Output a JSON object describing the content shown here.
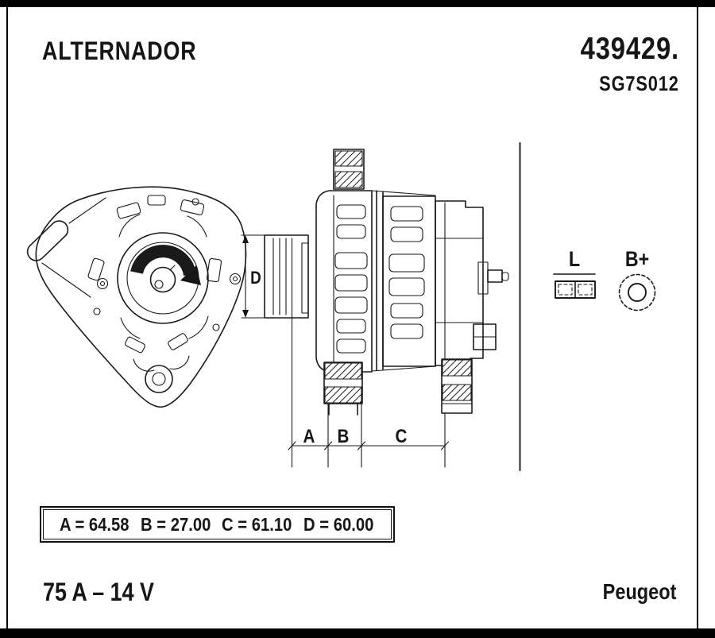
{
  "header": {
    "title": "ALTERNADOR",
    "part_number": "439429.",
    "variant_code": "SG7S012"
  },
  "drawing": {
    "dim_label_a": "A",
    "dim_label_b": "B",
    "dim_label_c": "C",
    "dim_label_d": "D",
    "terminal_l_label": "L",
    "terminal_bplus_label": "B+"
  },
  "dimension_table": {
    "cells": [
      {
        "label": "A",
        "value": "64.58",
        "text": "A = 64.58"
      },
      {
        "label": "B",
        "value": "27.00",
        "text": "B = 27.00"
      },
      {
        "label": "C",
        "value": "61.10",
        "text": "C = 61.10"
      },
      {
        "label": "D",
        "value": "60.00",
        "text": "D = 60.00"
      }
    ]
  },
  "footer": {
    "rating": "75 A – 14 V",
    "brand": "Peugeot"
  },
  "colors": {
    "ink": "#1a1a1a",
    "paper": "#ffffff",
    "frame": "#000000"
  }
}
